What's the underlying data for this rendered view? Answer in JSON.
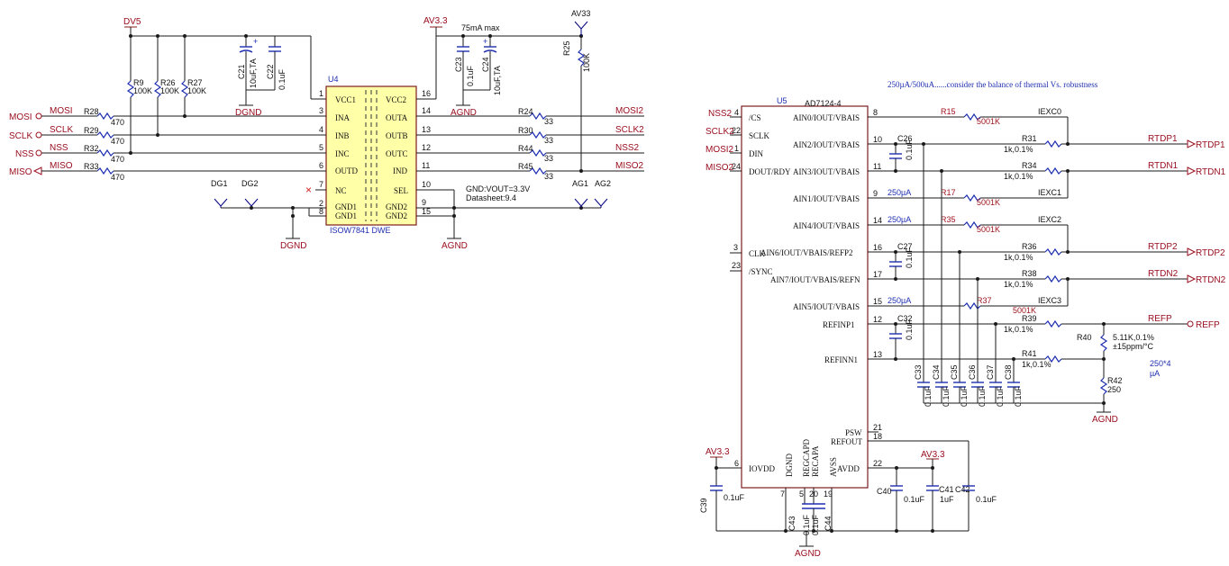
{
  "power": {
    "dv5": "DV5",
    "av33_left": "AV3.3",
    "av33": "AV33",
    "av33_iovdd": "AV3.3",
    "av33_avdd": "AV3.3",
    "dgnd_top": "DGND",
    "agnd_top": "AGND",
    "dgnd_bottom": "DGND",
    "agnd_bottom": "AGND",
    "agnd_r42": "AGND",
    "agnd_u5": "AGND",
    "dg1": "DG1",
    "dg2": "DG2",
    "ag1": "AG1",
    "ag2": "AG2"
  },
  "notes": {
    "current_max": "75mA max",
    "gnd_vout": "GND:VOUT=3.3V",
    "datasheet": "Datasheet:9.4",
    "balance": "250µA/500uA......consider the balance of thermal Vs. robustness",
    "excitation": "250*4",
    "excitation_unit": "µA"
  },
  "u4": {
    "ref": "U4",
    "part": "ISOW7841 DWE",
    "left_pins": [
      {
        "num": "1",
        "name": "VCC1"
      },
      {
        "num": "3",
        "name": "INA"
      },
      {
        "num": "4",
        "name": "INB"
      },
      {
        "num": "5",
        "name": "INC"
      },
      {
        "num": "6",
        "name": "OUTD"
      },
      {
        "num": "7",
        "name": "NC"
      },
      {
        "num": "2",
        "name": "GND1"
      },
      {
        "num": "8",
        "name": "GND1"
      }
    ],
    "right_pins": [
      {
        "num": "16",
        "name": "VCC2"
      },
      {
        "num": "14",
        "name": "OUTA"
      },
      {
        "num": "13",
        "name": "OUTB"
      },
      {
        "num": "12",
        "name": "OUTC"
      },
      {
        "num": "11",
        "name": "IND"
      },
      {
        "num": "10",
        "name": "SEL"
      },
      {
        "num": "9",
        "name": "GND2"
      },
      {
        "num": "15",
        "name": "GND2"
      }
    ]
  },
  "u4_caps": [
    {
      "ref": "C21",
      "value": "10uF,TA"
    },
    {
      "ref": "C22",
      "value": "0.1uF"
    },
    {
      "ref": "C23",
      "value": "0.1uF"
    },
    {
      "ref": "C24",
      "value": "10uF,TA"
    }
  ],
  "pullups": [
    {
      "ref": "R9",
      "value": "100K"
    },
    {
      "ref": "R26",
      "value": "100K"
    },
    {
      "ref": "R27",
      "value": "100K"
    },
    {
      "ref": "R25",
      "value": "100K"
    }
  ],
  "left_signals": [
    {
      "port": "MOSI",
      "net": "MOSI",
      "ref": "R28",
      "value": "470"
    },
    {
      "port": "SCLK",
      "net": "SCLK",
      "ref": "R29",
      "value": "470"
    },
    {
      "port": "NSS",
      "net": "NSS",
      "ref": "R32",
      "value": "470"
    },
    {
      "port": "MISO",
      "net": "MISO",
      "ref": "R33",
      "value": "470"
    }
  ],
  "right_signals": [
    {
      "ref": "R24",
      "value": "33",
      "net": "MOSI2"
    },
    {
      "ref": "R30",
      "value": "33",
      "net": "SCLK2"
    },
    {
      "ref": "R44",
      "value": "33",
      "net": "NSS2"
    },
    {
      "ref": "R45",
      "value": "33",
      "net": "MISO2"
    }
  ],
  "u5": {
    "ref": "U5",
    "part": "AD7124-4",
    "left_pins": [
      {
        "num": "4",
        "net": "NSS2",
        "name": "/CS"
      },
      {
        "num": "22",
        "net": "SCLK2",
        "name": "SCLK"
      },
      {
        "num": "1",
        "net": "MOSI2",
        "name": "DIN"
      },
      {
        "num": "24",
        "net": "MISO2",
        "name": "DOUT/RDY"
      },
      {
        "num": "3",
        "net": "",
        "name": "CLK"
      },
      {
        "num": "23",
        "net": "",
        "name": "/SYNC"
      },
      {
        "num": "6",
        "net": "",
        "name": "IOVDD"
      }
    ],
    "right_pins": [
      {
        "num": "8",
        "name": "AIN0/IOUT/VBAIS"
      },
      {
        "num": "10",
        "name": "AIN2/IOUT/VBAIS"
      },
      {
        "num": "11",
        "name": "AIN3/IOUT/VBAIS"
      },
      {
        "num": "9",
        "name": "AIN1/IOUT/VBAIS"
      },
      {
        "num": "14",
        "name": "AIN4/IOUT/VBAIS"
      },
      {
        "num": "16",
        "name": "AIN6/IOUT/VBAIS/REFP2"
      },
      {
        "num": "17",
        "name": "AIN7/IOUT/VBAIS/REFN"
      },
      {
        "num": "15",
        "name": "AIN5/IOUT/VBAIS"
      },
      {
        "num": "12",
        "name": "REFINP1"
      },
      {
        "num": "13",
        "name": "REFINN1"
      },
      {
        "num": "21",
        "name": "PSW"
      },
      {
        "num": "18",
        "name": "REFOUT"
      },
      {
        "num": "22",
        "name": "AVDD"
      }
    ],
    "bottom_pins": [
      {
        "num": "7",
        "name": "DGND"
      },
      {
        "num": "5",
        "name": "REGCAPD"
      },
      {
        "num": "20",
        "name": "RECAPA"
      },
      {
        "num": "19",
        "name": "AVSS"
      }
    ]
  },
  "excitation_resistors": [
    {
      "ref": "R15",
      "value": "5001K",
      "label": "IEXC0",
      "current": ""
    },
    {
      "ref": "R17",
      "value": "5001K",
      "label": "IEXC1",
      "current": "250µA"
    },
    {
      "ref": "R35",
      "value": "5001K",
      "label": "IEXC2",
      "current": "250µA"
    },
    {
      "ref": "R37",
      "value": "5001K",
      "label": "IEXC3",
      "current": "250µA"
    }
  ],
  "rtd_resistors": [
    {
      "ref": "R31",
      "value": "1k,0.1%",
      "net": "RTDP1"
    },
    {
      "ref": "R34",
      "value": "1k,0.1%",
      "net": "RTDN1"
    },
    {
      "ref": "R36",
      "value": "1k,0.1%",
      "net": "RTDP2"
    },
    {
      "ref": "R38",
      "value": "1k,0.1%",
      "net": "RTDN2"
    },
    {
      "ref": "R39",
      "value": "1k,0.1%",
      "net": "REFP"
    },
    {
      "ref": "R41",
      "value": "1k,0.1%",
      "net": ""
    }
  ],
  "ref_resistors": [
    {
      "ref": "R40",
      "value": "5.11K,0.1%",
      "tc": "±15ppm/°C"
    },
    {
      "ref": "R42",
      "value": "250"
    }
  ],
  "filter_caps": [
    {
      "ref": "C26",
      "value": "0.1uF"
    },
    {
      "ref": "C27",
      "value": "0.1uF"
    },
    {
      "ref": "C32",
      "value": "0.1uF"
    },
    {
      "ref": "C33",
      "value": "0.1uF"
    },
    {
      "ref": "C34",
      "value": "0.1uF"
    },
    {
      "ref": "C35",
      "value": "0.1uF"
    },
    {
      "ref": "C36",
      "value": "0.1uF"
    },
    {
      "ref": "C37",
      "value": "0.1uF"
    },
    {
      "ref": "C38",
      "value": "0.1uF"
    }
  ],
  "supply_caps": [
    {
      "ref": "C39",
      "value": "0.1uF"
    },
    {
      "ref": "C40",
      "value": "0.1uF"
    },
    {
      "ref": "C41",
      "value": "1uF"
    },
    {
      "ref": "C42",
      "value": "0.1uF"
    },
    {
      "ref": "C43",
      "value": "0.1uF"
    },
    {
      "ref": "C44",
      "value": "0.1uF"
    }
  ]
}
